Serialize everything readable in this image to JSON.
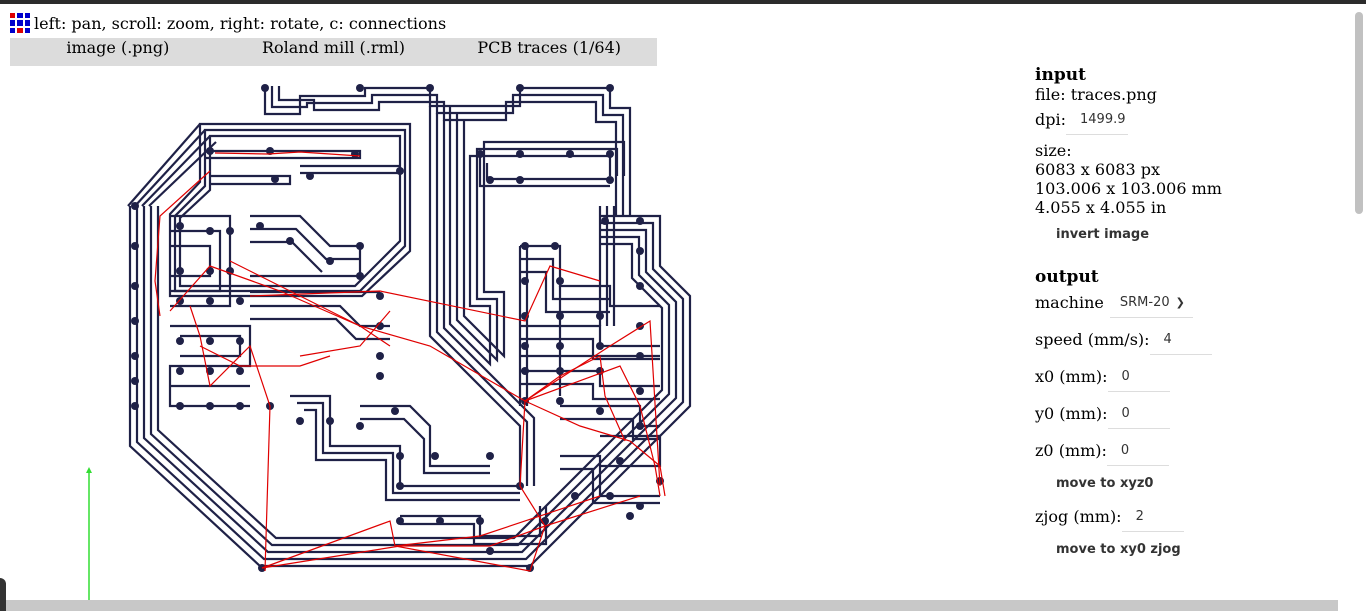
{
  "status": {
    "text": "left: pan, scroll: zoom, right: rotate, c: connections"
  },
  "tabs": [
    "image (.png)",
    "Roland mill (.rml)",
    "PCB traces (1/64)"
  ],
  "input": {
    "title": "input",
    "file": "file: traces.png",
    "dpi_label": "dpi:",
    "dpi_value": "1499.9",
    "size_label": "size:",
    "size_px": "6083 x 6083 px",
    "size_mm": "103.006 x 103.006 mm",
    "size_in": "4.055 x 4.055 in",
    "invert_label": "invert image"
  },
  "output": {
    "title": "output",
    "machine_label": "machine",
    "machine_value": "SRM-20",
    "speed_label": "speed (mm/s):",
    "speed_value": "4",
    "x0_label": "x0 (mm):",
    "x0_value": "0",
    "y0_label": "y0 (mm):",
    "y0_value": "0",
    "z0_label": "z0 (mm):",
    "z0_value": "0",
    "move_xyz0_label": "move to xyz0",
    "zjog_label": "zjog (mm):",
    "zjog_value": "2",
    "move_xy0_label": "move to xy0 zjog"
  },
  "colors": {
    "trace": "#1f2147",
    "connection": "#e00000",
    "axis": "#33dd33"
  }
}
